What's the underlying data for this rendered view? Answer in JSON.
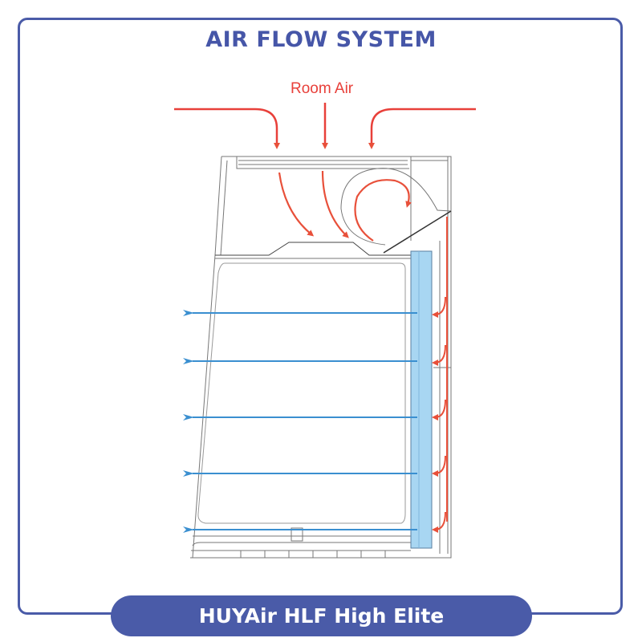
{
  "title": "AIR FLOW SYSTEM",
  "label_room_air": "Room Air",
  "product_name": "HUYAir HLF High Elite",
  "colors": {
    "brand_blue": "#4a5ba8",
    "title_blue": "#4656a8",
    "room_air_red": "#e8403a",
    "filter_blue": "#a8d6f2",
    "laminar_arrow_blue": "#3a8fd0",
    "outline_gray": "#888888"
  },
  "diagram": {
    "intake_arrows": 3,
    "duct_return_arrows": 5,
    "laminar_flow_arrows": 5
  }
}
